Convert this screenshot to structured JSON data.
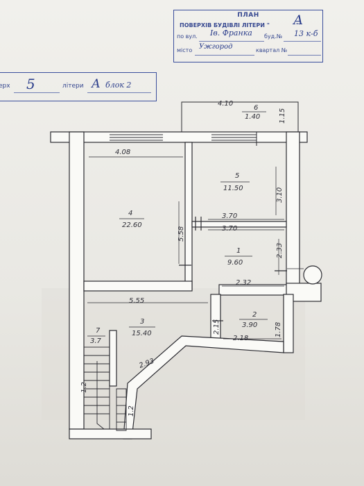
{
  "stamp": {
    "title": "ПЛАН",
    "subtitle": "ПОВЕРХІВ БУДІВЛІ ЛІТЕРИ \"",
    "subtitle_close": "\"",
    "letter_handwritten": "А",
    "street_label": "по вул.",
    "street_handwritten": "Ів. Франка",
    "building_label": "буд.№",
    "building_handwritten": "13 к-б",
    "city_label": "місто",
    "city_handwritten": "Ужгород",
    "quarter_label": "квартал №"
  },
  "floor_stamp": {
    "floor_prefix": "ерх",
    "floor_handwritten": "5",
    "letter_label": "літери",
    "letter_handwritten": "А",
    "extra_handwritten": "блок 2"
  },
  "rooms": [
    {
      "number": "4",
      "area": "22.60"
    },
    {
      "number": "5",
      "area": "11.50"
    },
    {
      "number": "1",
      "area": "9.60"
    },
    {
      "number": "2",
      "area": "3.90"
    },
    {
      "number": "3",
      "area": "15.40"
    },
    {
      "number": "6",
      "area": "1.40"
    },
    {
      "number": "7",
      "area": "3.7"
    }
  ],
  "dimensions": {
    "balcony_width": "4.10",
    "balcony_depth": "1.15",
    "room4_width": "4.08",
    "room4_height": "5.58",
    "room5_height": "3.10",
    "partition_top": "3.70",
    "partition_bottom": "3.70",
    "room1_height": "2.33",
    "room1_bottom": "2.32",
    "hall_width": "5.55",
    "room2_left": "2.15",
    "room2_right": "1.78",
    "room2_bottom": "2.18",
    "corridor_width": "2.93",
    "stair_width": "1.2",
    "side_width": "1.2"
  }
}
